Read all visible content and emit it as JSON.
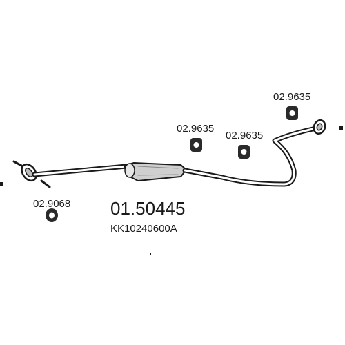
{
  "part_number": "01.50445",
  "oem_reference": "KK10240600A",
  "components": [
    {
      "label": "02.9068",
      "icon": "rubber-ring-icon"
    },
    {
      "label": "02.9635",
      "icon": "rubber-hanger-icon"
    },
    {
      "label": "02.9635",
      "icon": "rubber-hanger-icon"
    },
    {
      "label": "02.9635",
      "icon": "rubber-hanger-icon"
    }
  ],
  "colors": {
    "line": "#1a1a1a",
    "fill": "#bdbdbd",
    "background": "#ffffff"
  }
}
